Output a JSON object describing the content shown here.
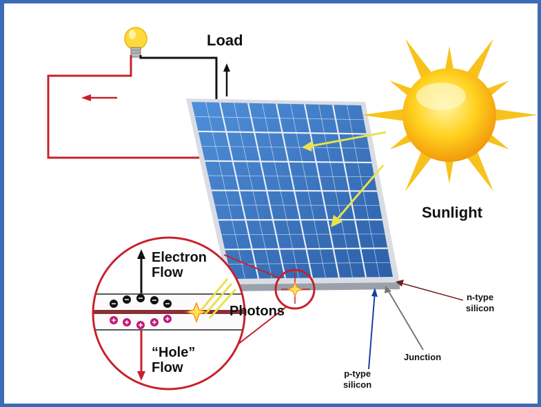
{
  "labels": {
    "load": "Load",
    "sunlight": "Sunlight",
    "electron_flow": "Electron\nFlow",
    "photons": "Photons",
    "hole_flow": "“Hole”\nFlow",
    "n_type": "n-type\nsilicon",
    "p_type": "p-type\nsilicon",
    "junction": "Junction"
  },
  "colors": {
    "frame": "#3a6db5",
    "panel_blue": "#3b78c8",
    "panel_frame": "#d9dde3",
    "wire_red": "#c8202a",
    "wire_black": "#111111",
    "sun": "#f7c21b",
    "ray": "#e9e24a"
  },
  "icons": [
    "light-bulb-icon",
    "sun-icon",
    "solar-panel",
    "magnifier-circle"
  ]
}
